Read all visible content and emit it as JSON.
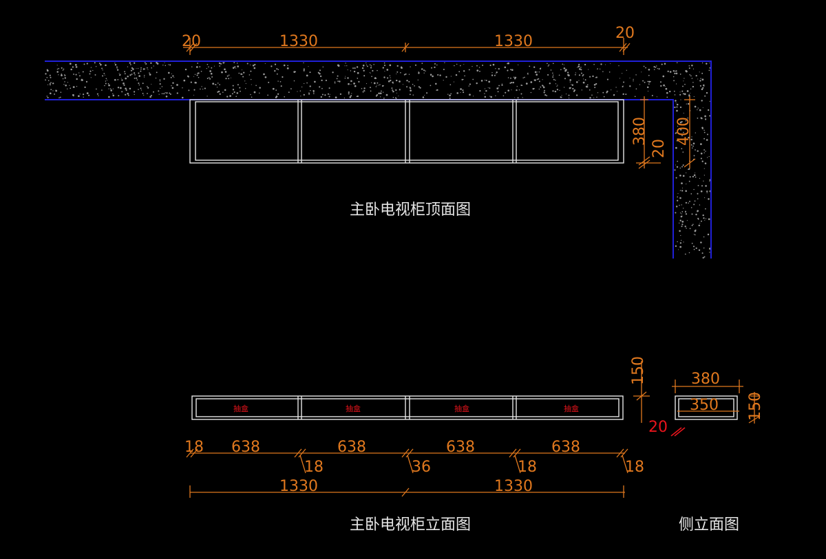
{
  "top_view": {
    "title": "主卧电视柜顶面图",
    "dims_top": [
      "20",
      "1330",
      "1330",
      "20"
    ],
    "dim_depth": "380",
    "dim_gap": "20",
    "dim_wall_depth": "400"
  },
  "elevation": {
    "title": "主卧电视柜立面图",
    "drawer_label": "抽盒",
    "dim_height": "150",
    "dim_bottom_gap": "20",
    "dims_row1": [
      "18",
      "638",
      "638",
      "638",
      "638"
    ],
    "dims_row2": [
      "18",
      "36",
      "18",
      "18"
    ],
    "dims_total": [
      "1330",
      "1330"
    ]
  },
  "side_view": {
    "title": "侧立面图",
    "dim_width": "380",
    "dim_inner": "350",
    "dim_height": "150"
  },
  "colors": {
    "background": "#000000",
    "dimension": "#e0781e",
    "wall": "#2020d8",
    "outline": "#e6e6e6",
    "highlight": "#e8141c"
  }
}
